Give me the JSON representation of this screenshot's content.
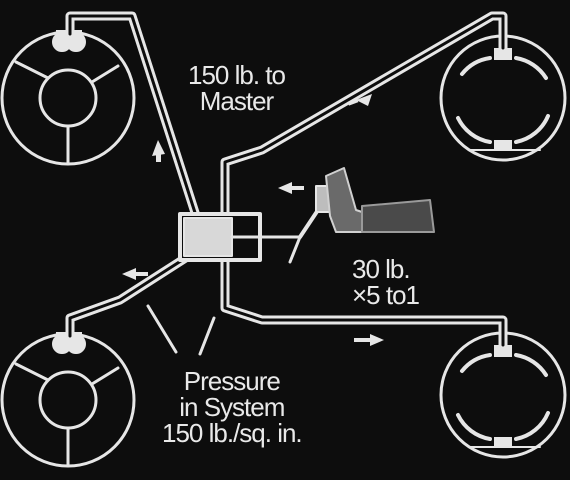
{
  "labels": {
    "master": [
      "150 lb. to",
      "Master"
    ],
    "pedal": [
      "30 lb.",
      "×5 to1"
    ],
    "pressure": [
      "Pressure",
      "in System",
      "150 lb./sq. in."
    ]
  },
  "icons": {
    "front_left_brake": "disc-brake-icon",
    "rear_left_brake": "disc-brake-icon",
    "front_right_brake": "drum-brake-icon",
    "rear_right_brake": "drum-brake-icon",
    "master_cylinder": "master-cylinder-icon",
    "brake_pedal": "brake-pedal-foot-icon",
    "flow_arrows": "arrow-icon"
  },
  "colors": {
    "background": "#0d0d0d",
    "lines": "#e6e6e6"
  }
}
